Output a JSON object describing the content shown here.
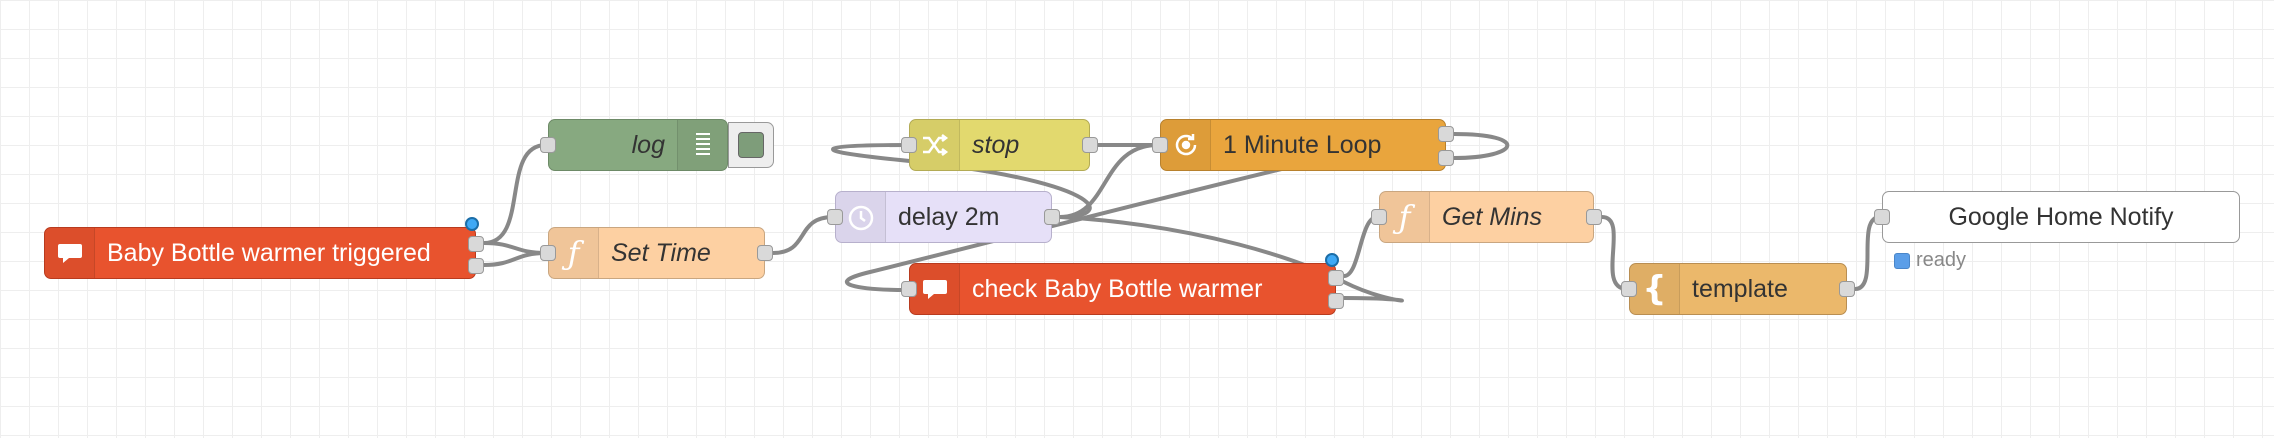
{
  "flow": {
    "nodes": [
      {
        "id": "baby",
        "label": "Baby Bottle warmer triggered",
        "type": "trigger",
        "icon": "chat-bubble-icon",
        "color": "#e8532e"
      },
      {
        "id": "log",
        "label": "log",
        "type": "debug",
        "icon": "list-lines-icon",
        "color": "#87a980"
      },
      {
        "id": "settime",
        "label": "Set Time",
        "type": "function",
        "icon": "function-icon",
        "color": "#fdd0a2"
      },
      {
        "id": "stop",
        "label": "stop",
        "type": "change",
        "icon": "shuffle-icon",
        "color": "#e2d96e"
      },
      {
        "id": "delay",
        "label": "delay 2m",
        "type": "delay",
        "icon": "timer-icon",
        "color": "#e6e0f8"
      },
      {
        "id": "loop",
        "label": "1 Minute Loop",
        "type": "loop",
        "icon": "loop-icon",
        "color": "#e9a53d"
      },
      {
        "id": "check",
        "label": "check Baby Bottle warmer",
        "type": "trigger",
        "icon": "chat-bubble-icon",
        "color": "#e8532e"
      },
      {
        "id": "getmins",
        "label": "Get Mins",
        "type": "function",
        "icon": "function-icon",
        "color": "#fdd0a2"
      },
      {
        "id": "template",
        "label": "template",
        "type": "template",
        "icon": "brace-icon",
        "color": "#ebb86b"
      },
      {
        "id": "ghn",
        "label": "Google Home Notify",
        "type": "output",
        "icon": "",
        "color": "#ffffff"
      }
    ],
    "status": {
      "ghn": "ready"
    }
  }
}
